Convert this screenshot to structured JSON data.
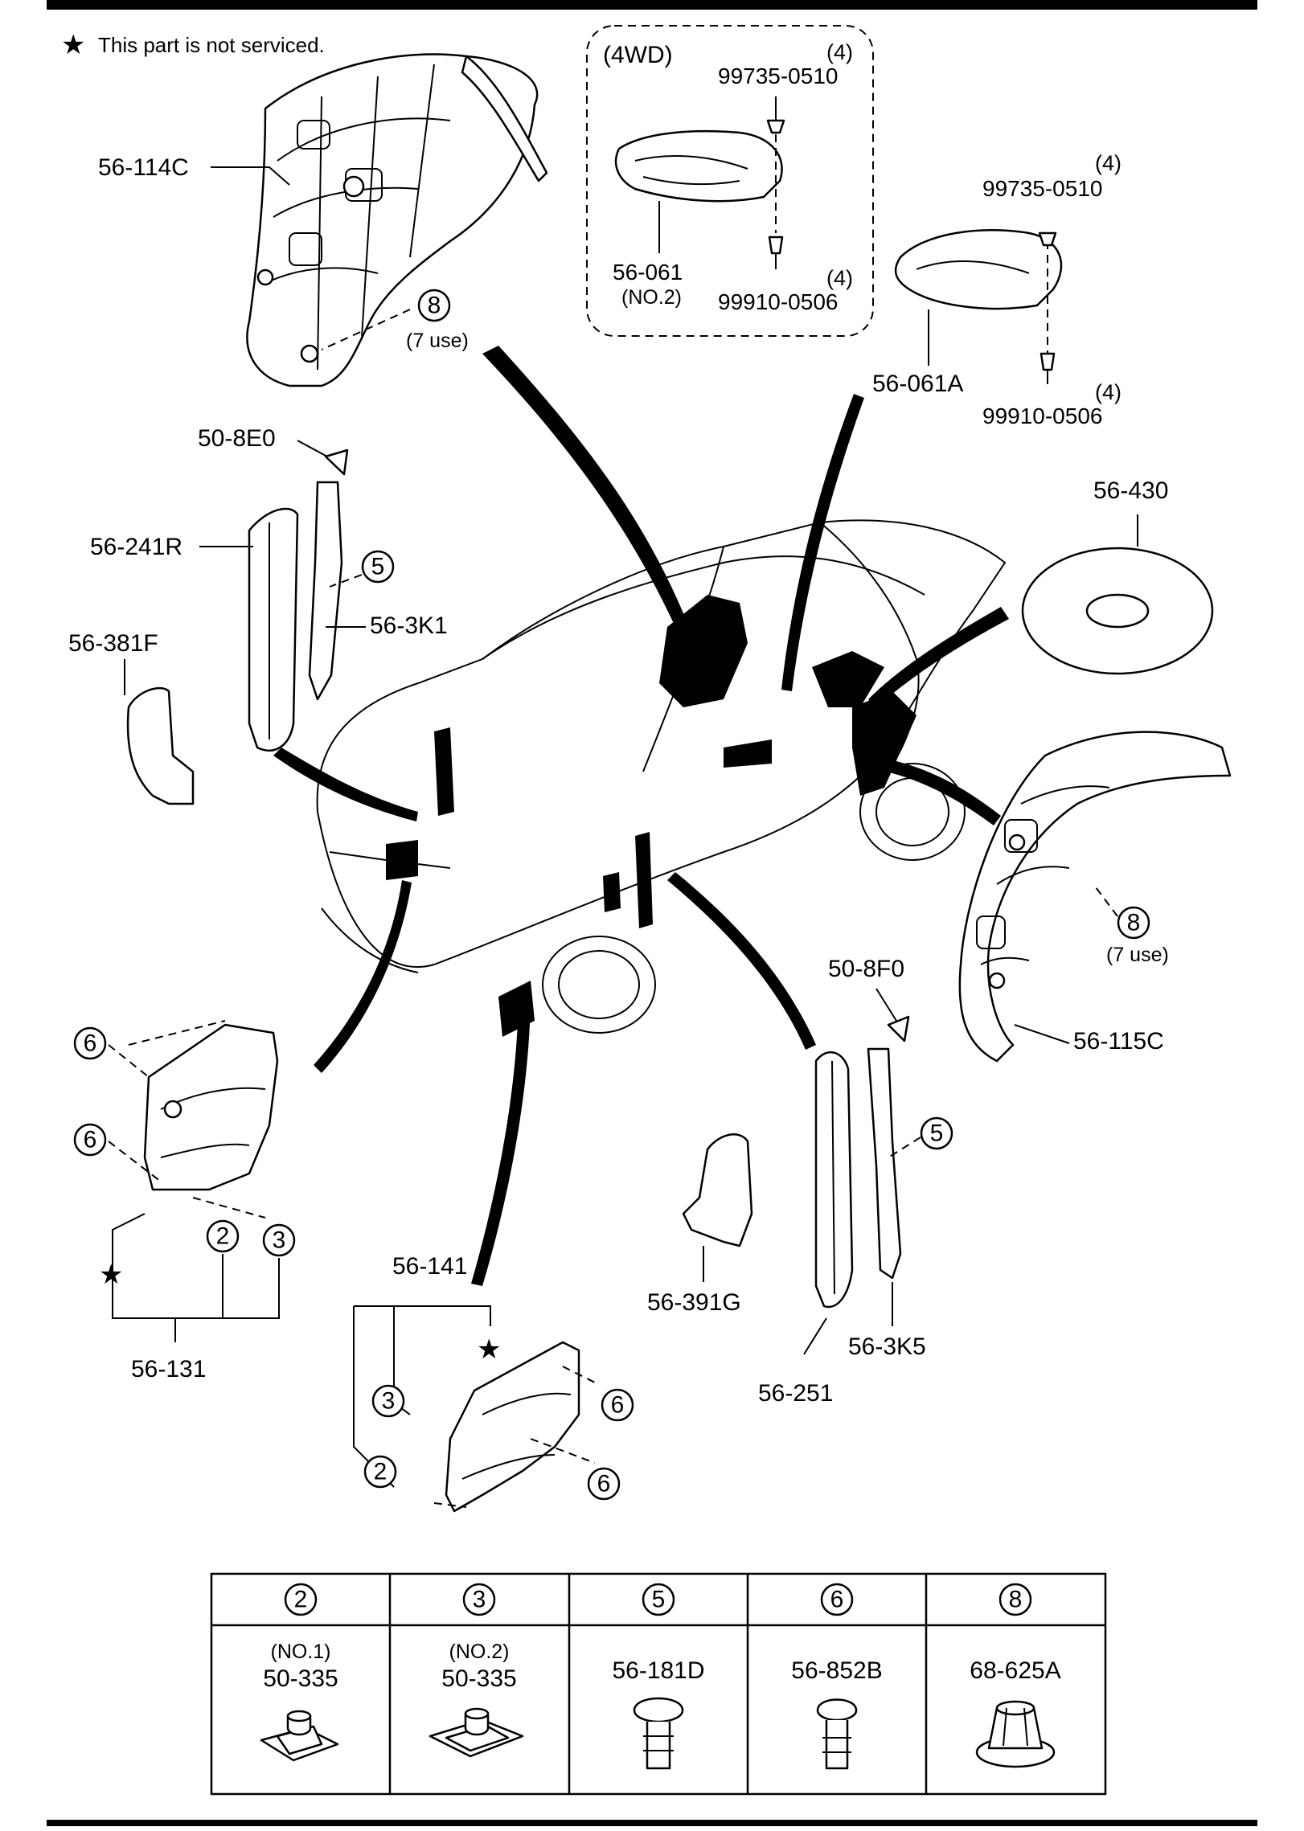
{
  "header": {
    "note_symbol": "★",
    "note_text": "This part is not serviced."
  },
  "callouts": {
    "p56_114C": "56-114C",
    "p56_061": "56-061",
    "p56_061_sub": "(NO.2)",
    "group_4wd": "(4WD)",
    "qty_a": "(4)",
    "qty_b": "(4)",
    "qty_c": "(4)",
    "qty_d": "(4)",
    "screw_a": "99735-0510",
    "screw_b": "99910-0506",
    "screw_c": "99735-0510",
    "screw_d": "99910-0506",
    "p56_061A": "56-061A",
    "p56_430": "56-430",
    "p50_8E0": "50-8E0",
    "p56_241R": "56-241R",
    "p56_3K1": "56-3K1",
    "p56_381F": "56-381F",
    "p56_115C": "56-115C",
    "p50_8F0": "50-8F0",
    "p56_131": "56-131",
    "p56_141": "56-141",
    "p56_391G": "56-391G",
    "p56_251": "56-251",
    "p56_3K5": "56-3K5",
    "use_front": "(7 use)",
    "use_rear": "(7 use)"
  },
  "circle_numbers": {
    "n8": "8",
    "n5": "5",
    "n6": "6",
    "n2": "2",
    "n3": "3"
  },
  "legend": {
    "columns": [
      {
        "key": "2",
        "sub": "(NO.1)",
        "part": "50-335"
      },
      {
        "key": "3",
        "sub": "(NO.2)",
        "part": "50-335"
      },
      {
        "key": "5",
        "sub": "",
        "part": "56-181D"
      },
      {
        "key": "6",
        "sub": "",
        "part": "56-852B"
      },
      {
        "key": "8",
        "sub": "",
        "part": "68-625A"
      }
    ]
  }
}
